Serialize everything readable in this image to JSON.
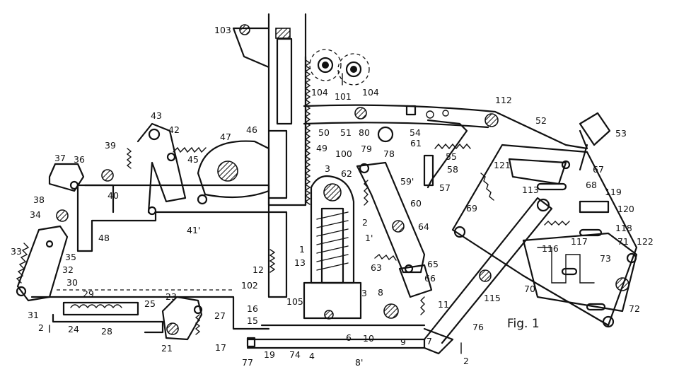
{
  "figure_label": "Fig. 1",
  "reference_numerals": [
    "103",
    "104",
    "101",
    "104",
    "112",
    "52",
    "53",
    "43",
    "42",
    "45",
    "47",
    "46",
    "49",
    "50",
    "51",
    "80",
    "54",
    "39",
    "37",
    "36",
    "100",
    "3",
    "79",
    "78",
    "61",
    "55",
    "121",
    "67",
    "68",
    "119",
    "40",
    "38",
    "62",
    "59'",
    "58",
    "113",
    "57",
    "120",
    "34",
    "48",
    "41'",
    "1",
    "1'",
    "60",
    "64",
    "69",
    "118",
    "117",
    "71",
    "122",
    "33",
    "35",
    "12",
    "102",
    "2",
    "63",
    "65",
    "116",
    "73",
    "32",
    "66",
    "13",
    "8",
    "3",
    "11",
    "115",
    "70",
    "72",
    "30",
    "29",
    "23",
    "25",
    "27",
    "16",
    "105",
    "10",
    "76",
    "15",
    "31",
    "2",
    "24",
    "28",
    "21",
    "17",
    "19",
    "74",
    "4",
    "6",
    "9",
    "7",
    "77",
    "8'",
    "2"
  ]
}
